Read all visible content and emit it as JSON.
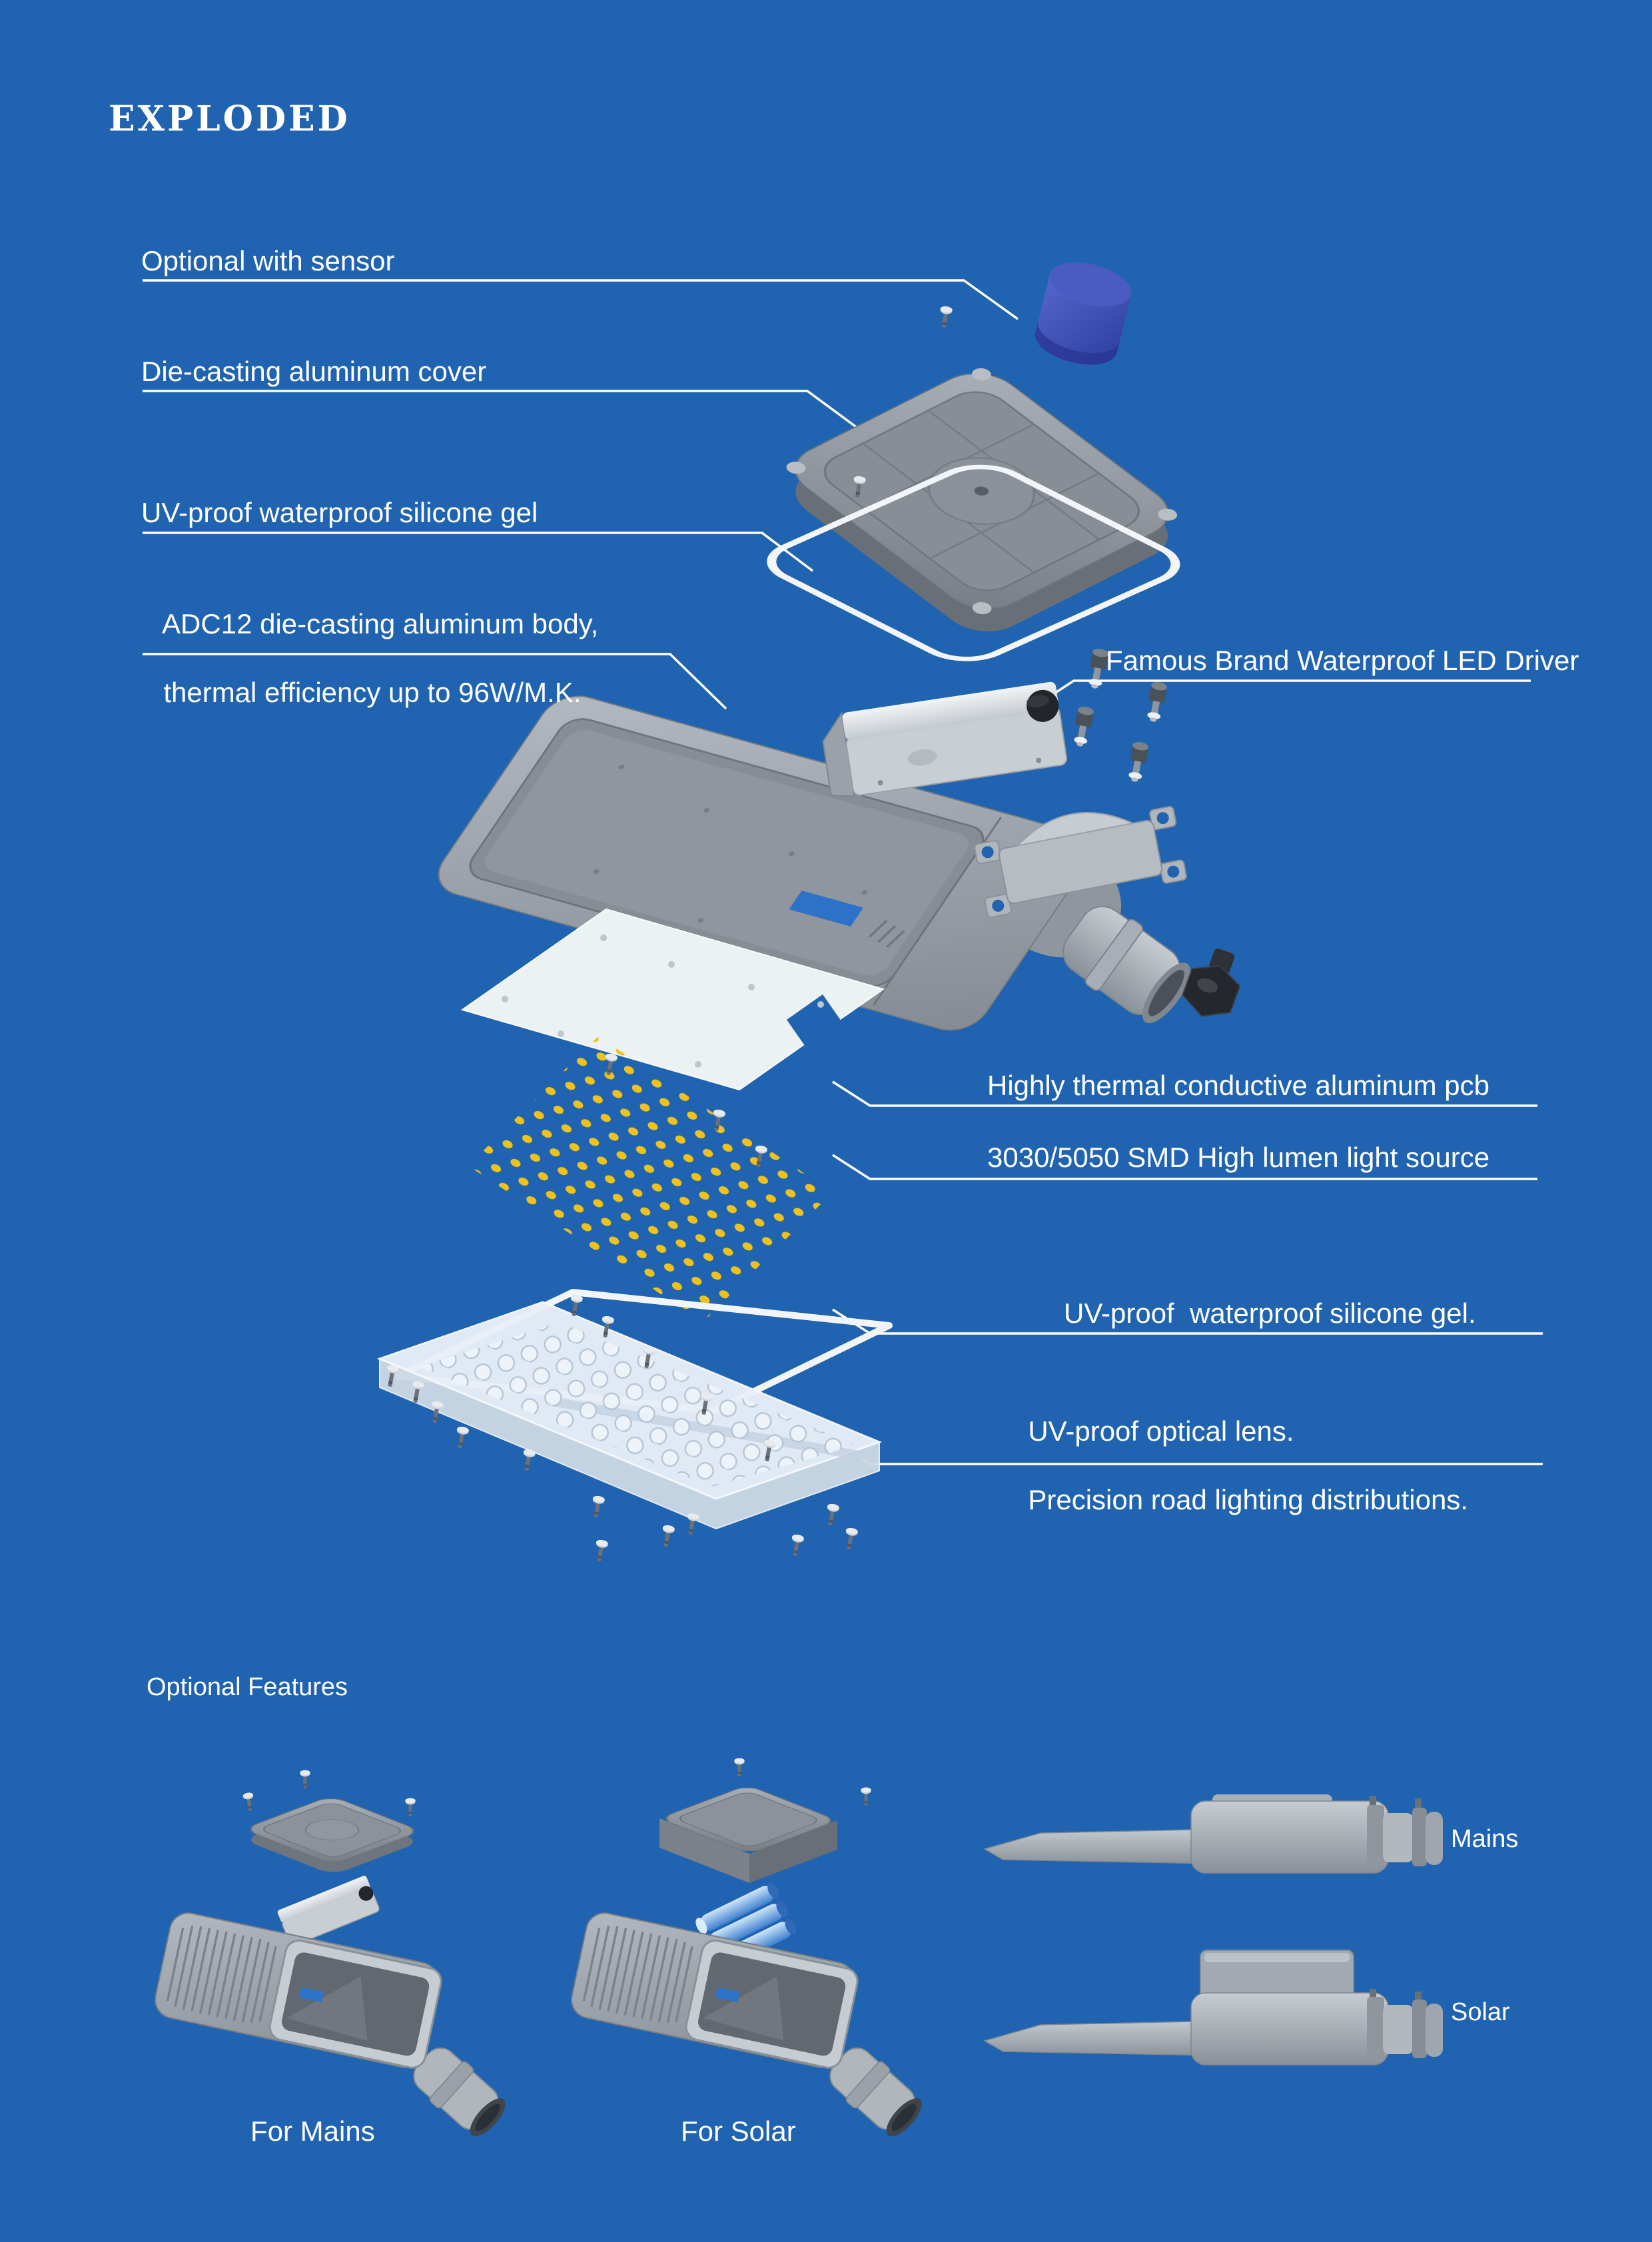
{
  "page": {
    "title": "EXPLODED"
  },
  "exploded": {
    "labels": {
      "sensor": "Optional with sensor",
      "cover": "Die-casting aluminum cover",
      "gel_top": "UV-proof waterproof silicone gel",
      "body_line1": "ADC12 die-casting aluminum body,",
      "body_line2": "thermal efficiency up to 96W/M.K.",
      "driver": "Famous Brand Waterproof LED Driver",
      "pcb": "Highly thermal conductive aluminum pcb",
      "led": "3030/5050 SMD High lumen light source",
      "gel_bottom": "UV-proof  waterproof silicone gel.",
      "lens_line1": "UV-proof optical lens.",
      "lens_line2": "Precision road lighting distributions."
    }
  },
  "optional_features": {
    "heading": "Optional Features",
    "mains_label": "For Mains",
    "solar_label": "For Solar",
    "profile_mains_label": "Mains",
    "profile_solar_label": "Solar"
  },
  "colors": {
    "background": "#2063b1",
    "text": "#ffffff",
    "led_yellow": "#eec21b",
    "sensor_blue": "#3c4fae",
    "battery_blue": "#4f93dd",
    "sticker_blue": "#2d72c9"
  }
}
